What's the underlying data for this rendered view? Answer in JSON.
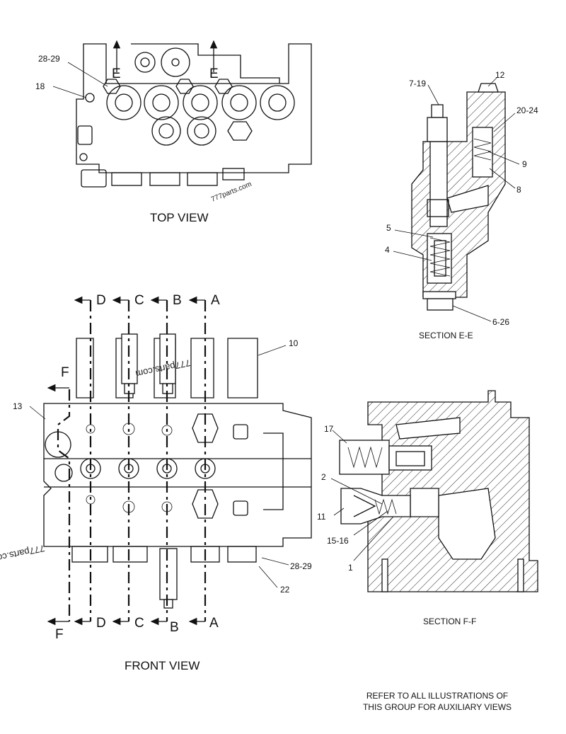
{
  "views": {
    "top_view": "TOP VIEW",
    "front_view": "FRONT VIEW",
    "section_ee": "SECTION E-E",
    "section_ff": "SECTION F-F"
  },
  "note": {
    "line1": "REFER TO ALL ILLUSTRATIONS OF",
    "line2": "THIS GROUP FOR AUXILIARY VIEWS"
  },
  "watermarks": [
    "777parts.com",
    "777parts.com",
    "777parts.co"
  ],
  "section_letters": {
    "a": "A",
    "b": "B",
    "c": "C",
    "d": "D",
    "e": "E",
    "f": "F"
  },
  "callouts": {
    "top": [
      "28-29",
      "18"
    ],
    "section_ee": [
      "7-19",
      "12",
      "20-24",
      "9",
      "8",
      "5",
      "4",
      "6-26"
    ],
    "front": [
      "10",
      "13",
      "28-29",
      "22"
    ],
    "section_ff": [
      "17",
      "2",
      "11",
      "15-16",
      "1"
    ]
  }
}
